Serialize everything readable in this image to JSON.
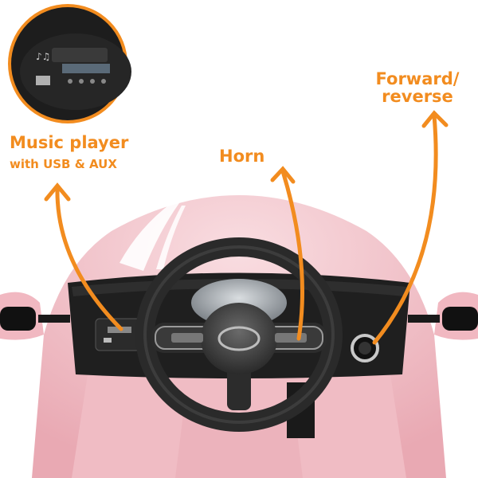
{
  "callouts": {
    "music_player": {
      "title": "Music player",
      "subtitle": "with USB & AUX"
    },
    "horn": {
      "title": "Horn"
    },
    "forward_reverse": {
      "line1": "Forward/",
      "line2": "reverse"
    }
  },
  "colors": {
    "accent": "#f28c1f",
    "car_body": "#f2c1c8",
    "wheel": "#2a2a2a",
    "dash": "#1f1f1f"
  }
}
